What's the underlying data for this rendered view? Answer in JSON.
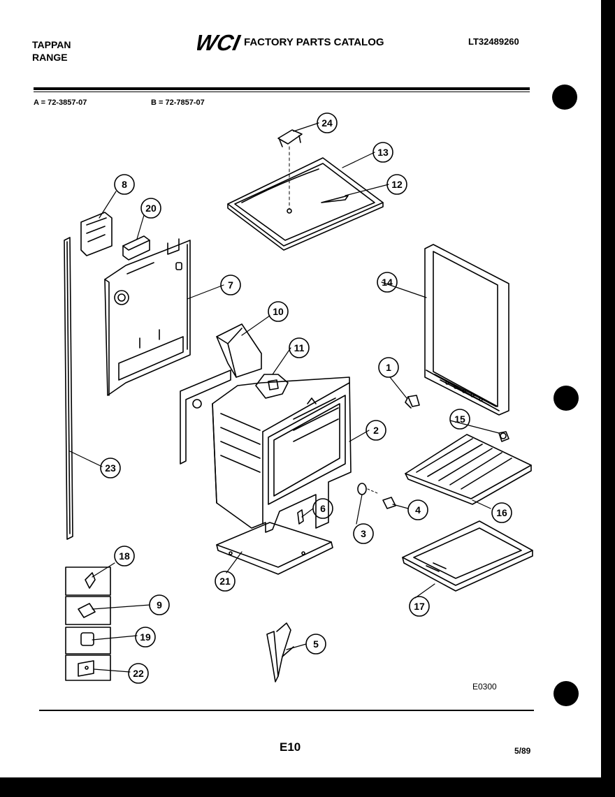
{
  "header": {
    "brand_line1": "TAPPAN",
    "brand_line2": "RANGE",
    "logo_text": "WCI",
    "catalog_title": "FACTORY PARTS CATALOG",
    "model_code": "LT32489260"
  },
  "variants": {
    "a": "A = 72-3857-07",
    "b": "B = 72-7857-07"
  },
  "callouts": [
    "1",
    "2",
    "3",
    "4",
    "5",
    "6",
    "7",
    "8",
    "9",
    "10",
    "11",
    "12",
    "13",
    "14",
    "15",
    "16",
    "17",
    "18",
    "19",
    "20",
    "21",
    "22",
    "23",
    "24"
  ],
  "diagram_code": "E0300",
  "footer": {
    "page_code": "E10",
    "date": "5/89"
  },
  "colors": {
    "ink": "#000000",
    "paper": "#ffffff"
  }
}
